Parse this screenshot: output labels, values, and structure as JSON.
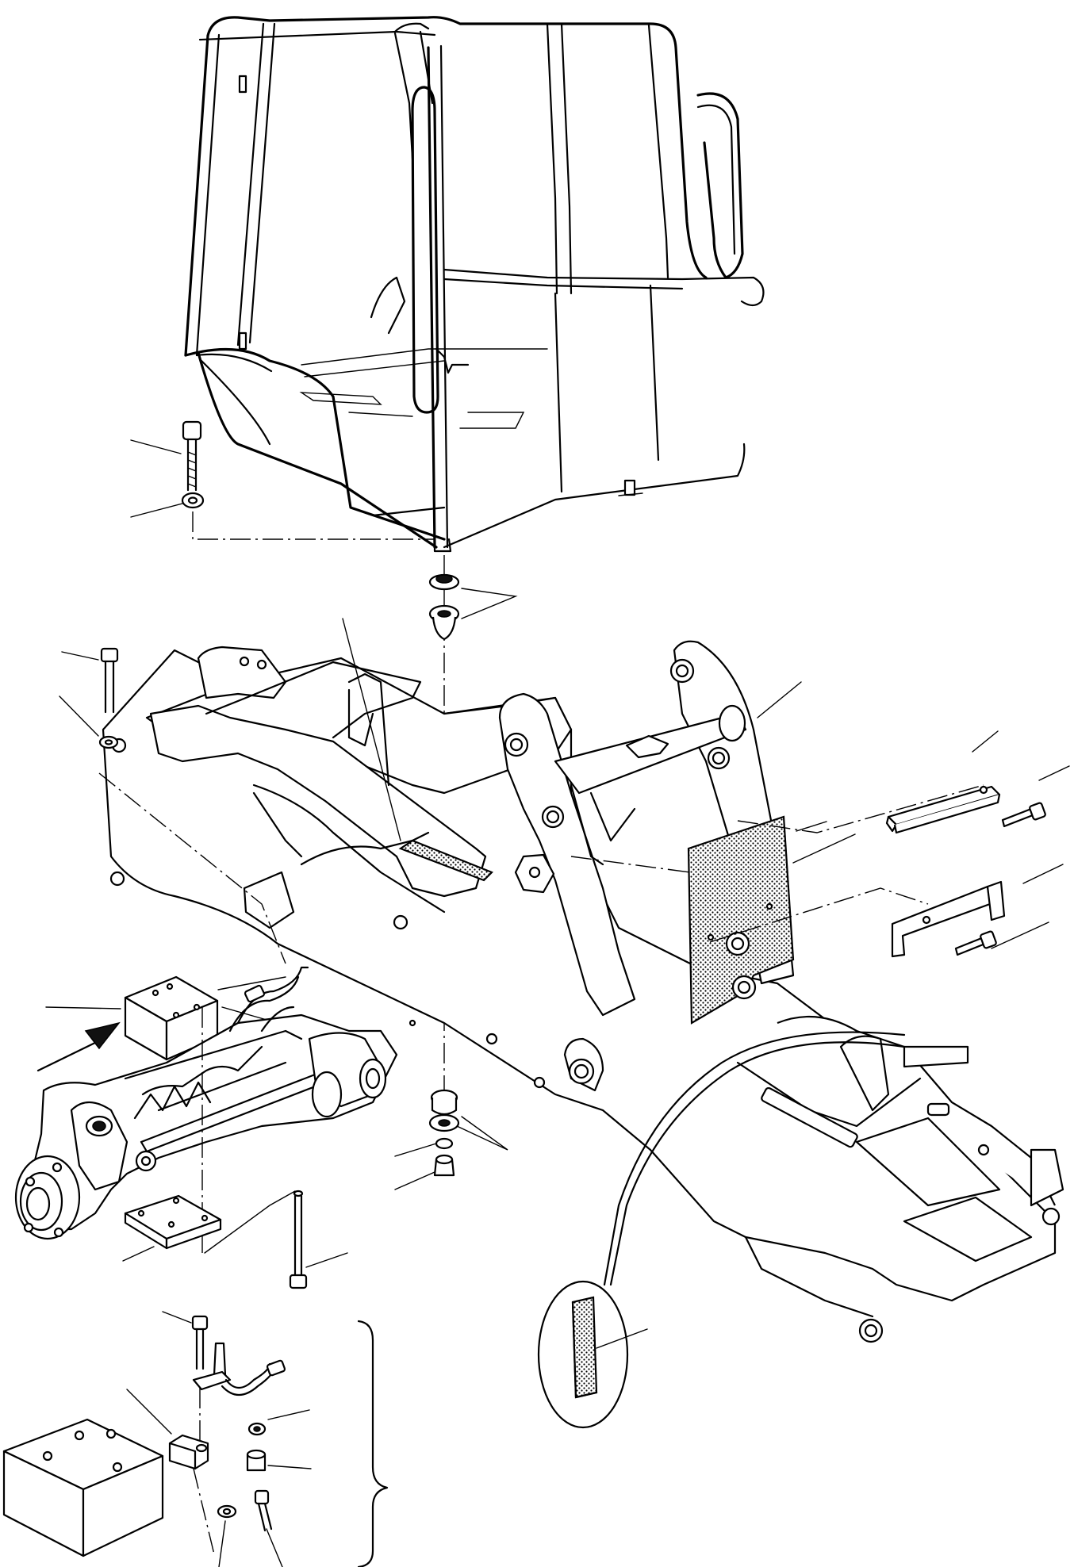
{
  "diagram": {
    "type": "exploded-parts-view",
    "subjects": [
      "cab-frame",
      "main-chassis-frame",
      "front-axle",
      "sensor-bracket-detail"
    ],
    "label_text": []
  },
  "colors": {
    "line": "#000000",
    "background": "#ffffff"
  }
}
